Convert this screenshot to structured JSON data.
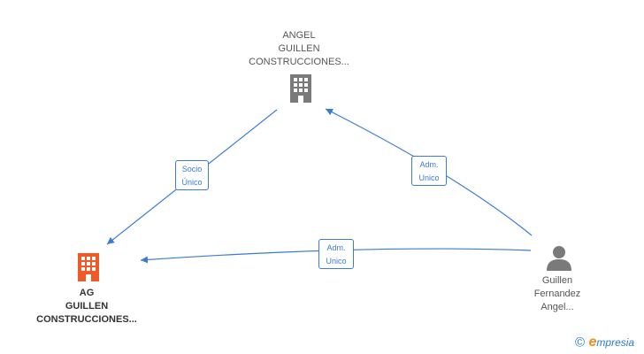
{
  "nodes": {
    "company_top": {
      "label_lines": [
        "ANGEL",
        "GUILLEN",
        "CONSTRUCCIONES..."
      ],
      "icon": "building-icon",
      "color": "#7a7a7a"
    },
    "company_main": {
      "label_lines": [
        "AG",
        "GUILLEN",
        "CONSTRUCCIONES..."
      ],
      "icon": "building-icon",
      "color": "#f05a28"
    },
    "person": {
      "label_lines": [
        "Guillen",
        "Fernandez",
        "Angel..."
      ],
      "icon": "person-icon",
      "color": "#7a7a7a"
    }
  },
  "edges": [
    {
      "from": "company_top",
      "to": "company_main",
      "label_lines": [
        "Socio",
        "Único"
      ]
    },
    {
      "from": "person",
      "to": "company_top",
      "label_lines": [
        "Adm.",
        "Unico"
      ]
    },
    {
      "from": "person",
      "to": "company_main",
      "label_lines": [
        "Adm.",
        "Unico"
      ]
    }
  ],
  "edge_color": "#3a7bd5",
  "brand": {
    "copyright_symbol": "©",
    "first_letter": "e",
    "rest": "mpresia"
  }
}
